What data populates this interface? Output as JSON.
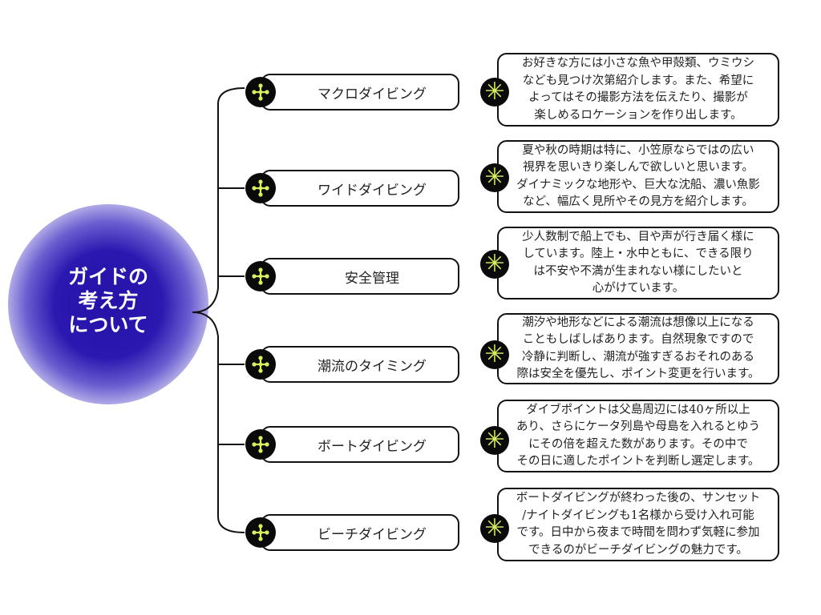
{
  "hub": {
    "title": "ガイドの\n考え方\nについて",
    "color": "#2a18b0"
  },
  "accent": "#d8f060",
  "topics": [
    {
      "label": "マクロダイビング",
      "description": "お好きな方には小さな魚や甲殻類、ウミウシ\nなども見つけ次第紹介します。また、希望に\nよってはその撮影方法を伝えたり、撮影が\n楽しめるロケーションを作り出します。"
    },
    {
      "label": "ワイドダイビング",
      "description": "夏や秋の時期は特に、小笠原ならではの広い\n視界を思いきり楽しんで欲しいと思います。\nダイナミックな地形や、巨大な沈船、濃い魚影\nなど、幅広く見所やその見方を紹介します。"
    },
    {
      "label": "安全管理",
      "description": "少人数制で船上でも、目や声が行き届く様に\nしています。陸上・水中ともに、できる限り\nは不安や不満が生まれない様にしたいと\n心がけています。"
    },
    {
      "label": "潮流のタイミング",
      "description": "潮汐や地形などによる潮流は想像以上になる\nこともしばしばあります。自然現象ですので\n冷静に判断し、潮流が強すぎるおそれのある\n際は安全を優先し、ポイント変更を行います。"
    },
    {
      "label": "ボートダイビング",
      "description": "ダイブポイントは父島周辺には40ヶ所以上\nあり、さらにケータ列島や母島を入れるとゆう\nにその倍を超えた数があります。その中で\nその日に適したポイントを判断し選定します。"
    },
    {
      "label": "ビーチダイビング",
      "description": "ボートダイビングが終わった後の、サンセット\n/ナイトダイビングも1名様から受け入れ可能\nです。日中から夜まで時間を問わず気軽に参加\nできるのがビーチダイビングの魅力です。"
    }
  ]
}
